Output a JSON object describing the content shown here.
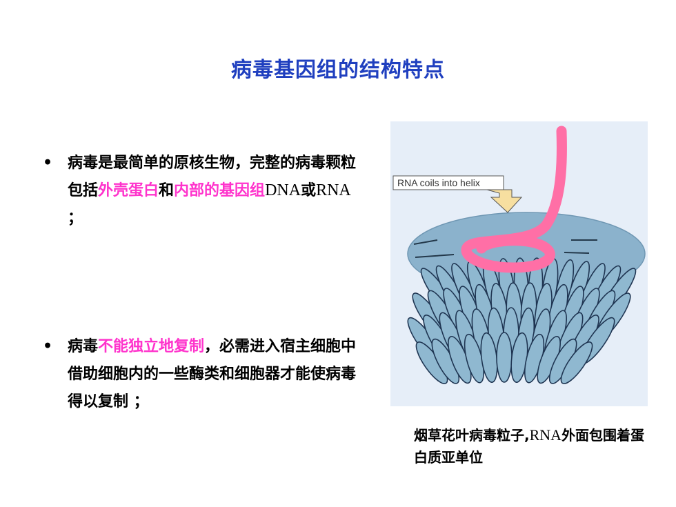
{
  "title": "病毒基因组的结构特点",
  "bullets": [
    {
      "p1": "病毒是最简单的原核生物，完整的病毒颗粒包括",
      "h1": "外壳蛋白",
      "p2": "和",
      "h2": "内部的基因组",
      "p3": "DNA",
      "p4": "或",
      "p5": "RNA",
      "p6": " ；"
    },
    {
      "p1": "病毒",
      "h1": "不能独立地复制",
      "p2": "，必需进入宿主细胞中借助细胞内的一些酶类和细胞器才能使病毒得以复制 ；"
    }
  ],
  "figure": {
    "callout": "RNA coils into helix",
    "colors": {
      "background": "#e6eef8",
      "disc": "#8bb2cc",
      "subunit": "#8fb8d0",
      "rna": "#ff6fa6",
      "arrow": "#f7dfa0"
    }
  },
  "caption": {
    "p1": "烟草花叶病毒粒子,",
    "p2": "RNA",
    "p3": "外面包围着蛋白质亚单位"
  },
  "colors": {
    "title": "#1f3fbf",
    "highlight": "#ff33cc"
  }
}
